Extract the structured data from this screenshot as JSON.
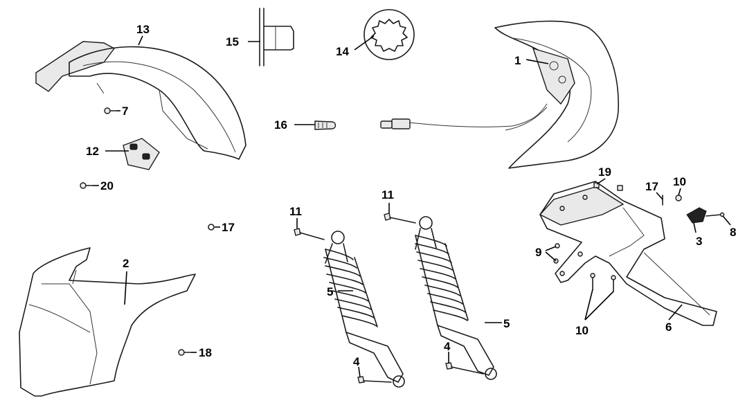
{
  "callouts": {
    "c1": "1",
    "c2": "2",
    "c3": "3",
    "c4a": "4",
    "c4b": "4",
    "c5a": "5",
    "c5b": "5",
    "c6": "6",
    "c7": "7",
    "c8": "8",
    "c9": "9",
    "c10a": "10",
    "c10b": "10",
    "c11a": "11",
    "c11b": "11",
    "c12": "12",
    "c13": "13",
    "c14": "14",
    "c15": "15",
    "c16": "16",
    "c17a": "17",
    "c17b": "17",
    "c18": "18",
    "c19": "19",
    "c20": "20"
  }
}
